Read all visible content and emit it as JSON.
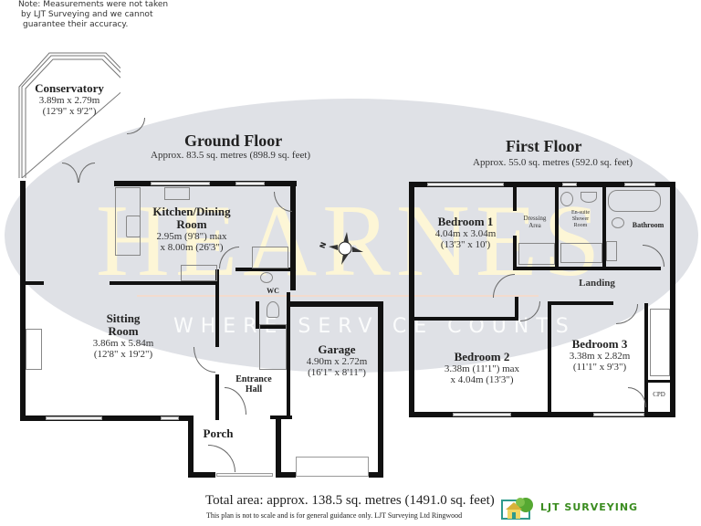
{
  "note": {
    "line1": "Note: Measurements were not taken",
    "line2": "by LJT Surveying and we cannot",
    "line3": "guarantee their accuracy."
  },
  "watermark": {
    "brand": "HEARNES",
    "tagline": "WHERE SERVICE COUNTS"
  },
  "ground_floor": {
    "title": "Ground Floor",
    "area": "Approx. 83.5 sq. metres (898.9 sq. feet)",
    "rooms": {
      "conservatory": {
        "name": "Conservatory",
        "dim_m": "3.89m x 2.79m",
        "dim_ft": "(12'9\" x 9'2\")"
      },
      "kitchen": {
        "name1": "Kitchen/Dining",
        "name2": "Room",
        "dim_m": "2.95m (9'8\") max",
        "dim_ft": "x 8.00m (26'3\")"
      },
      "sitting": {
        "name1": "Sitting",
        "name2": "Room",
        "dim_m": "3.86m x 5.84m",
        "dim_ft": "(12'8\" x 19'2\")"
      },
      "wc": {
        "name": "WC"
      },
      "garage": {
        "name": "Garage",
        "dim_m": "4.90m x 2.72m",
        "dim_ft": "(16'1\" x 8'11\")"
      },
      "entrance": {
        "name1": "Entrance",
        "name2": "Hall"
      },
      "porch": {
        "name": "Porch"
      }
    }
  },
  "first_floor": {
    "title": "First Floor",
    "area": "Approx. 55.0 sq. metres (592.0 sq. feet)",
    "rooms": {
      "bedroom1": {
        "name": "Bedroom 1",
        "dim_m": "4.04m x 3.04m",
        "dim_ft": "(13'3\" x 10')"
      },
      "dressing": {
        "name1": "Dressing",
        "name2": "Area"
      },
      "ensuite": {
        "name1": "En-suite",
        "name2": "Shower",
        "name3": "Room"
      },
      "bathroom": {
        "name": "Bathroom"
      },
      "landing": {
        "name": "Landing"
      },
      "bedroom2": {
        "name": "Bedroom 2",
        "dim_m": "3.38m (11'1\") max",
        "dim_ft": "x 4.04m (13'3\")"
      },
      "bedroom3": {
        "name": "Bedroom 3",
        "dim_m": "3.38m x 2.82m",
        "dim_ft": "(11'1\" x 9'3\")"
      },
      "cpd": {
        "name": "CPD"
      }
    }
  },
  "compass": {
    "label": "N"
  },
  "footer": {
    "total": "Total area: approx. 138.5 sq. metres (1491.0 sq. feet)",
    "disclaimer": "This plan is not to scale and is for general guidance only. LJT Surveying Ltd Ringwood",
    "logo_text": "LJT SURVEYING",
    "logo_color": "#3a8c1f"
  }
}
